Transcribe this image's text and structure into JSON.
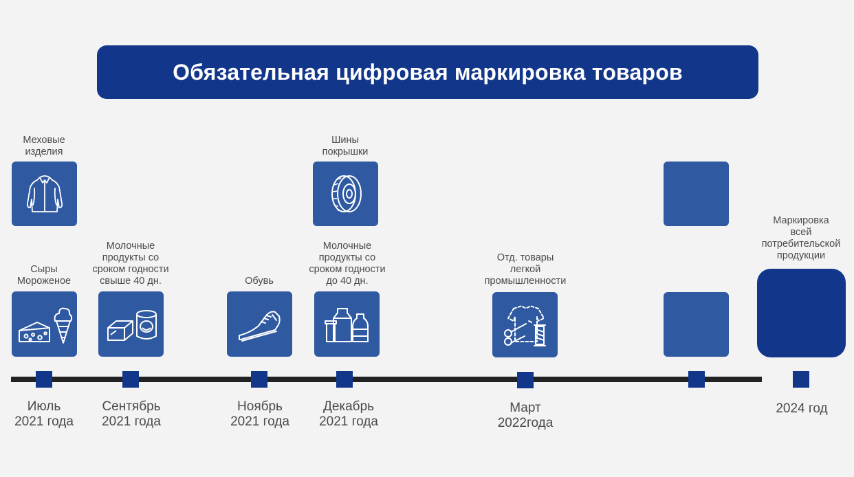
{
  "title": "Обязательная цифровая маркировка товаров",
  "labels": {
    "fur": "Меховые\nизделия",
    "tires": "Шины\nпокрышки",
    "cheese": "Сыры\nМороженое",
    "dairy_long": "Молочные\nпродукты со\nсроком годности\nсвыше 40 дн.",
    "shoes": "Обувь",
    "dairy_short": "Молочные\nпродукты со\nсроком годности\nдо 40 дн.",
    "light_industry": "Отд. товары\nлегкой\nпромышленности",
    "all_products": "Маркировка всей\nпотребительской\nпродукции"
  },
  "dates": {
    "d1": "Июль\n2021 года",
    "d2": "Сентябрь\n2021 года",
    "d3": "Ноябрь\n2021 года",
    "d4": "Декабрь\n2021 года",
    "d5": "Март\n2022года",
    "d7": "2024 год"
  },
  "icons": {
    "fur": "fur-coat-icon",
    "tires": "tire-icon",
    "cheese": "cheese-icecream-icon",
    "dairy_long": "butter-condensed-milk-icon",
    "shoes": "shoe-icon",
    "dairy_short": "milk-products-icon",
    "light_industry": "sewing-icon"
  },
  "colors": {
    "accent": "#12368a",
    "tile": "#2f5aa1",
    "timeline": "#222222",
    "background": "#f3f3f3"
  }
}
